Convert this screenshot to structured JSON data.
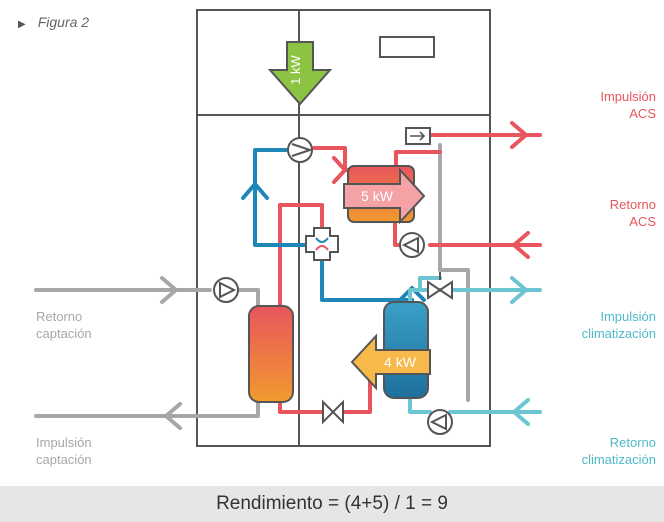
{
  "caption": "Figura 2",
  "compressor_power": "1 kW",
  "heat_acs": "5 kW",
  "heat_clima": "4 kW",
  "labels": {
    "impulsion_acs": [
      "Impulsión",
      "ACS"
    ],
    "retorno_acs": [
      "Retorno",
      "ACS"
    ],
    "impulsion_clima": [
      "Impulsión",
      "climatización"
    ],
    "retorno_clima": [
      "Retorno",
      "climatización"
    ],
    "retorno_captacion": [
      "Retorno",
      "captación"
    ],
    "impulsion_captacion": [
      "Impulsión",
      "captación"
    ]
  },
  "footer": "Rendimiento = (4+5) / 1 = 9",
  "colors": {
    "hot": "#e8555d",
    "cold": "#1f86b8",
    "clima": "#6cc5d3",
    "ground": "#a7a7a7",
    "compressor": "#8dc343",
    "frame": "#555555"
  }
}
